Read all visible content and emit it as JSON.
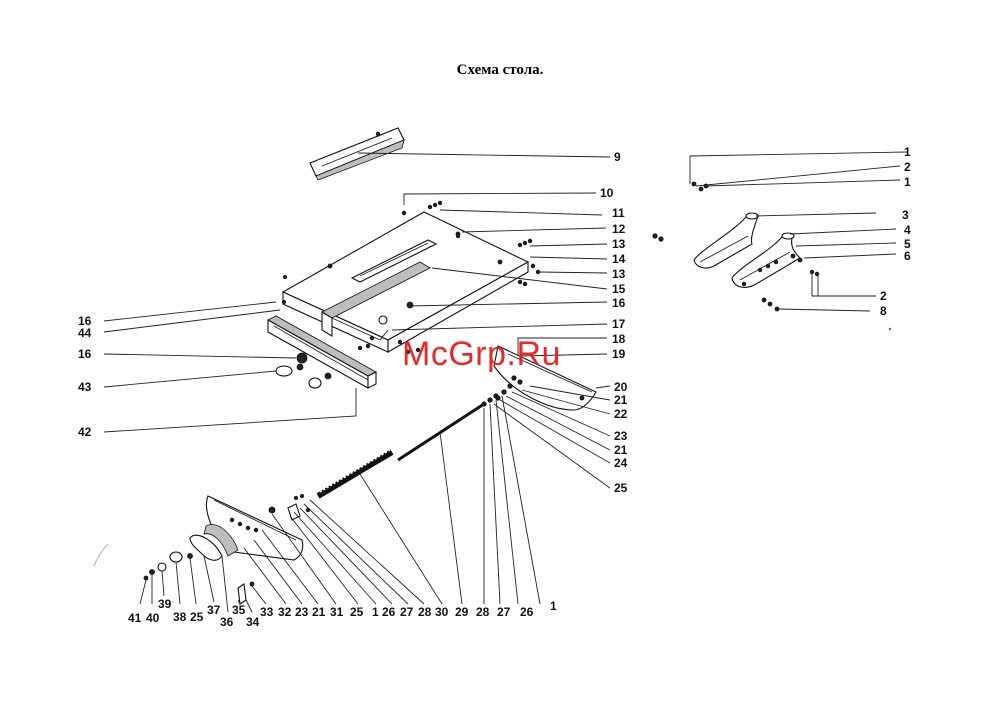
{
  "title": "Схема стола.",
  "watermark": "McGrp.Ru",
  "labels": {
    "l1a": "1",
    "l2a": "2",
    "l1b": "1",
    "l3": "3",
    "l4": "4",
    "l5": "5",
    "l6": "6",
    "l2b": "2",
    "l8": "8",
    "l9": "9",
    "l10": "10",
    "l11": "11",
    "l12": "12",
    "l13a": "13",
    "l14": "14",
    "l13b": "13",
    "l15": "15",
    "l16a": "16",
    "l17": "17",
    "l18": "18",
    "l19": "19",
    "l20": "20",
    "l21a": "21",
    "l22": "22",
    "l23a": "23",
    "l21b": "21",
    "l24": "24",
    "l25a": "25",
    "l16b": "16",
    "l44": "44",
    "l16c": "16",
    "l43": "43",
    "l42": "42",
    "b41": "41",
    "b40": "40",
    "b39": "39",
    "b38": "38",
    "b25": "25",
    "b37": "37",
    "b36": "36",
    "b35": "35",
    "b34": "34",
    "b33": "33",
    "b32": "32",
    "b23": "23",
    "b21": "21",
    "b31": "31",
    "b25b": "25",
    "b1": "1",
    "b26": "26",
    "b27": "27",
    "b28": "28",
    "b30": "30",
    "b29": "29",
    "b28b": "28",
    "b27b": "27",
    "b26b": "26",
    "b1b": "1"
  }
}
